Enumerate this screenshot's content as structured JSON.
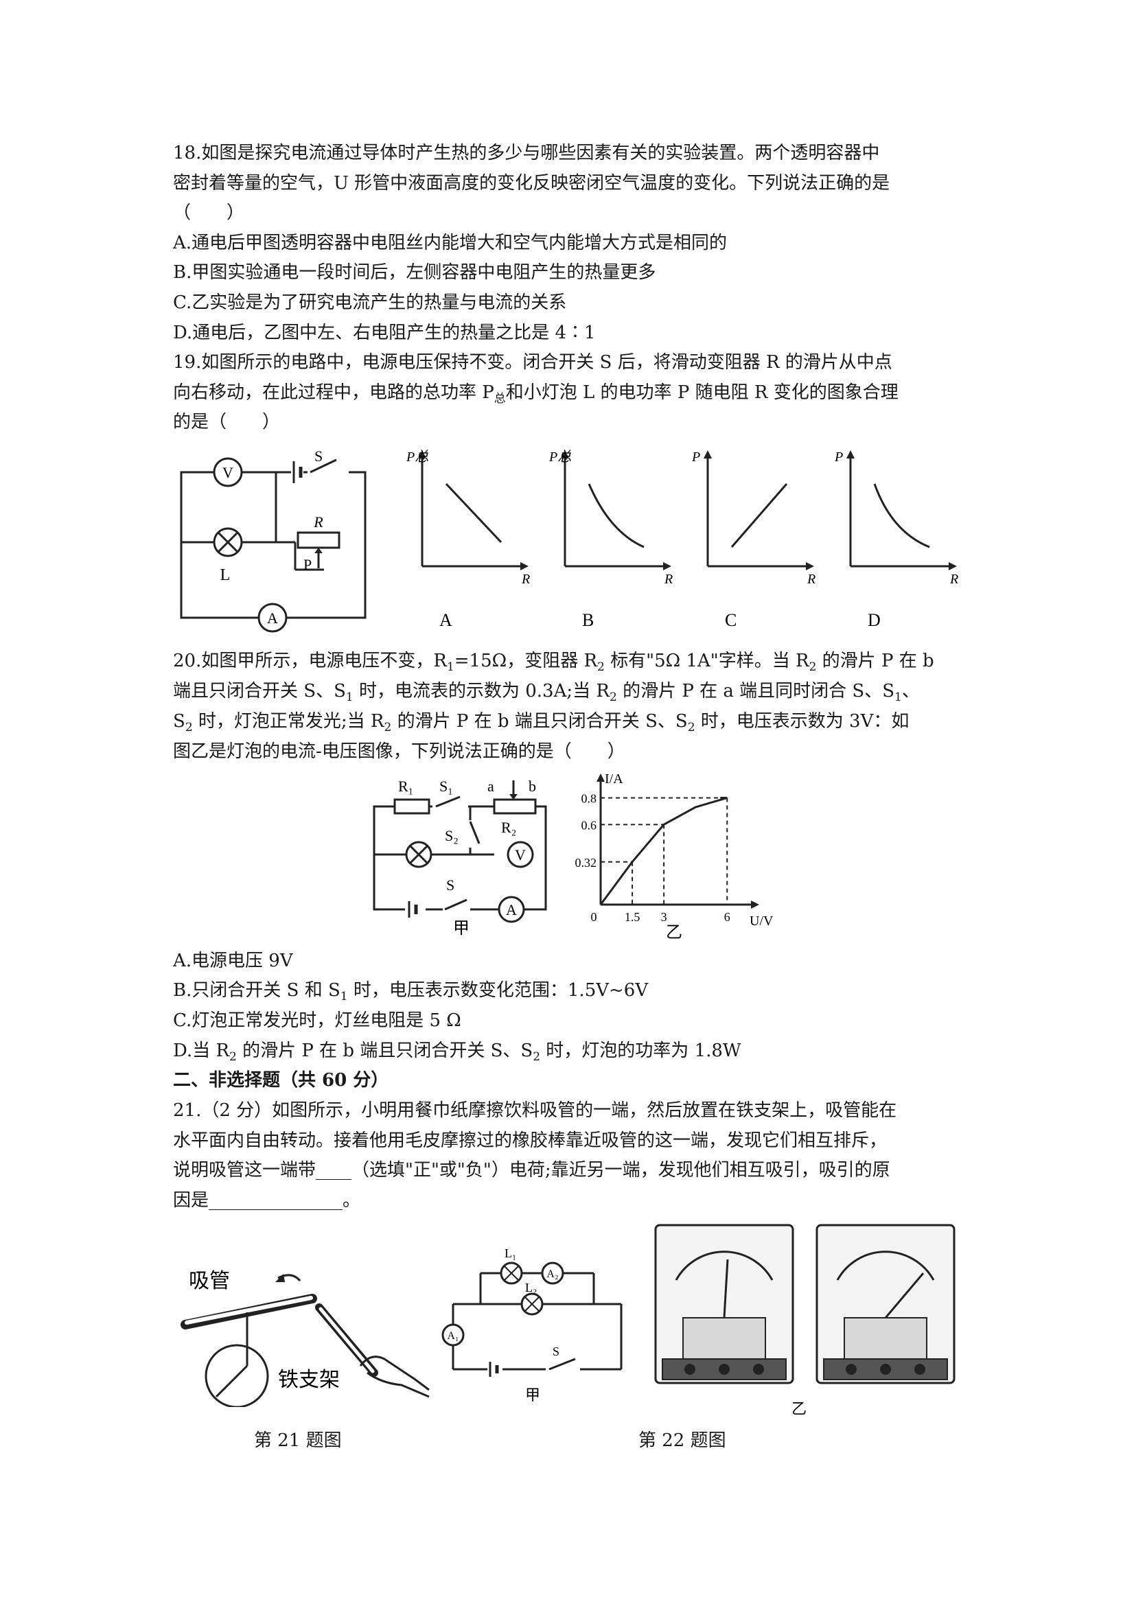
{
  "q18": {
    "line1": "18.如图是探究电流通过导体时产生热的多少与哪些因素有关的实验装置。两个透明容器中",
    "line2": "密封着等量的空气，U 形管中液面高度的变化反映密闭空气温度的变化。下列说法正确的是",
    "paren": "（　　）",
    "a": "A.通电后甲图透明容器中电阻丝内能增大和空气内能增大方式是相同的",
    "b": "B.甲图实验通电一段时间后，左侧容器中电阻产生的热量更多",
    "c": "C.乙实验是为了研究电流产生的热量与电流的关系",
    "d": "D.通电后，乙图中左、右电阻产生的热量之比是 4∶1"
  },
  "q19": {
    "line1": "19.如图所示的电路中，电源电压保持不变。闭合开关 S 后，将滑动变阻器 R 的滑片从中点",
    "line2_a": "向右移动，在此过程中，电路的总功率 P",
    "line2_sub": "总",
    "line2_b": "和小灯泡 L 的电功率 P 随电阻 R 变化的图象合理",
    "line3": "的是（　　）",
    "circuit": {
      "v": "V",
      "a": "A",
      "l": "L",
      "s": "S",
      "r": "R",
      "p": "P"
    },
    "graphs": [
      {
        "label": "A",
        "ylabel": "P总",
        "xlabel": "R"
      },
      {
        "label": "B",
        "ylabel": "P总",
        "xlabel": "R"
      },
      {
        "label": "C",
        "ylabel": "P",
        "xlabel": "R"
      },
      {
        "label": "D",
        "ylabel": "P",
        "xlabel": "R"
      }
    ]
  },
  "q20": {
    "line1_a": "20.如图甲所示，电源电压不变，R",
    "line1_s1": "1",
    "line1_b": "=15Ω，变阻器 R",
    "line1_s2": "2",
    "line1_c": " 标有\"5Ω 1A\"字样。当 R",
    "line1_s3": "2",
    "line1_d": " 的滑片 P 在 b",
    "line2_a": "端且只闭合开关 S、S",
    "line2_s1": "1",
    "line2_b": " 时，电流表的示数为 0.3A;当 R",
    "line2_s2": "2",
    "line2_c": " 的滑片 P 在 a 端且同时闭合 S、S",
    "line2_s3": "1",
    "line2_d": "、",
    "line3_a": "S",
    "line3_s1": "2",
    "line3_b": " 时，灯泡正常发光;当 R",
    "line3_s2": "2",
    "line3_c": " 的滑片 P 在 b 端且只闭合开关 S、S",
    "line3_s3": "2",
    "line3_d": " 时，电压表示数为 3V：如",
    "line4": "图乙是灯泡的电流-电压图像，下列说法正确的是（　　）",
    "jia": {
      "r1": "R₁",
      "s1": "S₁",
      "a": "a",
      "b": "b",
      "s2": "S₂",
      "r2": "R₂",
      "v": "V",
      "s": "S",
      "am": "A",
      "name": "甲"
    },
    "a": "A.电源电压  9V",
    "b_a": "B.只闭合开关 S 和 S",
    "b_s": "1",
    "b_b": " 时，电压表示数变化范围：1.5V~6V",
    "c": "C.灯泡正常发光时，灯丝电阻是 5 Ω",
    "d_a": "D.当 R",
    "d_s": "2",
    "d_b": " 的滑片 P 在 b 端且只闭合开关 S、S",
    "d_s2": "2",
    "d_c": " 时，灯泡的功率为 1.8W"
  },
  "chart_data": {
    "type": "line",
    "title": "乙",
    "xlabel": "U/V",
    "ylabel": "I/A",
    "x_ticks": [
      "0",
      "1.5",
      "3",
      "6"
    ],
    "y_ticks": [
      "0.32",
      "0.6",
      "0.8"
    ],
    "series": [
      {
        "x": [
          0,
          1.5,
          3,
          4.5,
          6
        ],
        "y": [
          0,
          0.32,
          0.6,
          0.73,
          0.8
        ]
      }
    ],
    "xlim": [
      0,
      7
    ],
    "ylim": [
      0,
      0.9
    ]
  },
  "section2": "二、非选择题（共 60 分）",
  "q21": {
    "line1": "21.（2 分）如图所示，小明用餐巾纸摩擦饮料吸管的一端，然后放置在铁支架上，吸管能在",
    "line2": "水平面内自由转动。接着他用毛皮摩擦过的橡胶棒靠近吸管的这一端，发现它们相互排斥，",
    "line3": "说明吸管这一端带____（选填\"正\"或\"负\"）电荷;靠近另一端，发现他们相互吸引，吸引的原",
    "line4": "因是_______________。",
    "fig_straw": "吸管",
    "fig_stand": "铁支架",
    "caption": "第 21 题图"
  },
  "q22": {
    "jia_label": "甲",
    "yi_label": "乙",
    "l1": "L₁",
    "l2": "L₂",
    "a1": "A₁",
    "a2": "A₂",
    "s": "S",
    "caption": "第 22 题图"
  }
}
